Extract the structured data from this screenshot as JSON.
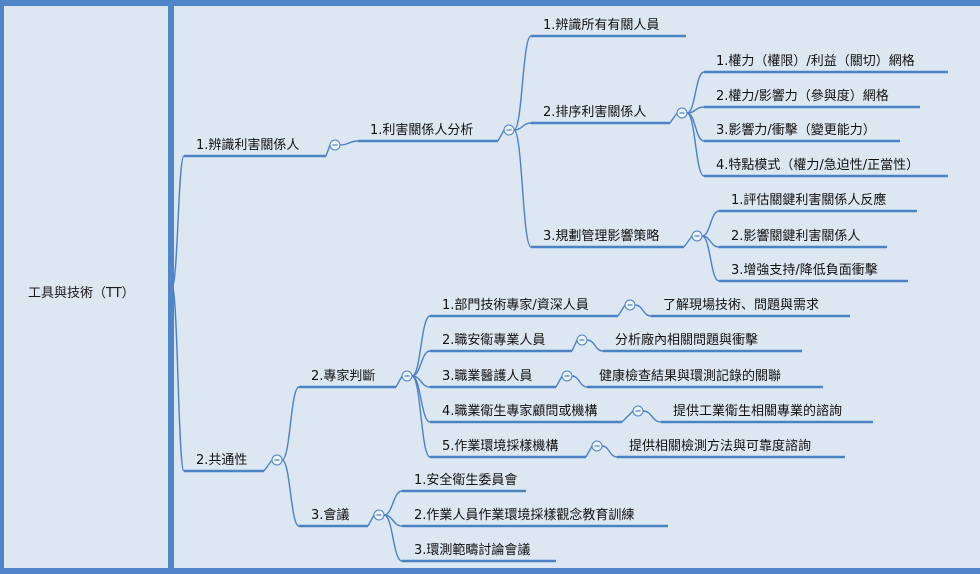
{
  "root": "工具與技術（TT）",
  "branches": [
    {
      "label": "1.辨識利害關係人",
      "children": [
        {
          "label": "1.利害關係人分析",
          "children": [
            {
              "label": "1.辨識所有有關人員"
            },
            {
              "label": "2.排序利害關係人",
              "children": [
                {
                  "label": "1.權力（權限）/利益（關切）網格"
                },
                {
                  "label": "2.權力/影響力（參與度）網格"
                },
                {
                  "label": "3.影響力/衝擊（變更能力）"
                },
                {
                  "label": "4.特點模式（權力/急迫性/正當性）"
                }
              ]
            },
            {
              "label": "3.規劃管理影響策略",
              "children": [
                {
                  "label": "1.評估關鍵利害關係人反應"
                },
                {
                  "label": "2.影響關鍵利害關係人"
                },
                {
                  "label": "3.增強支持/降低負面衝擊"
                }
              ]
            }
          ]
        }
      ]
    },
    {
      "label": "2.共通性",
      "children": [
        {
          "label": "2.專家判斷",
          "children": [
            {
              "label": "1.部門技術專家/資深人員",
              "children": [
                {
                  "label": "了解現場技術、問題與需求"
                }
              ]
            },
            {
              "label": "2.職安衛專業人員",
              "children": [
                {
                  "label": "分析廠內相關問題與衝擊"
                }
              ]
            },
            {
              "label": "3.職業醫護人員",
              "children": [
                {
                  "label": "健康檢查結果與環測記錄的關聯"
                }
              ]
            },
            {
              "label": "4.職業衛生專家顧問或機構",
              "children": [
                {
                  "label": "提供工業衛生相關專業的諮詢"
                }
              ]
            },
            {
              "label": "5.作業環境採樣機構",
              "children": [
                {
                  "label": "提供相關檢測方法與可靠度諮詢"
                }
              ]
            }
          ]
        },
        {
          "label": "3.會議",
          "children": [
            {
              "label": "1.安全衛生委員會"
            },
            {
              "label": "2.作業人員作業環境採樣觀念教育訓練"
            },
            {
              "label": "3.環測範疇討論會議"
            }
          ]
        }
      ]
    }
  ],
  "colors": {
    "frame": "#4e86c8",
    "panel": "#dde7f2",
    "line": "#4a82c4",
    "text": "#111111"
  },
  "icons": {
    "collapse": "minus-circle-icon"
  }
}
